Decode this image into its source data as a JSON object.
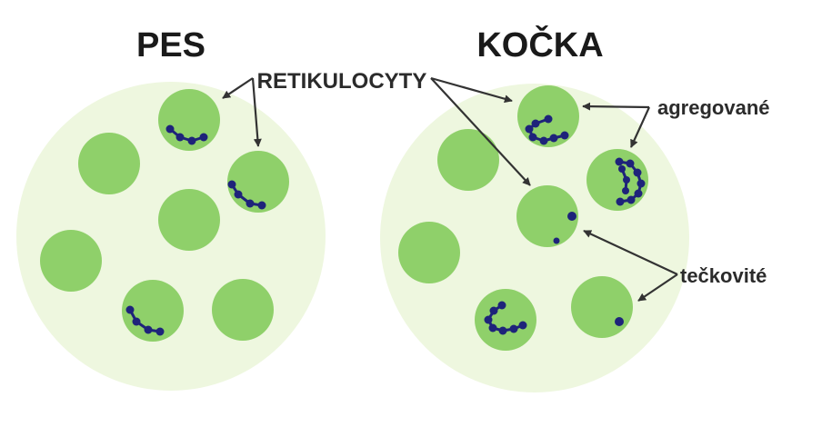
{
  "titles": {
    "dog": "PES",
    "cat": "KOČKA"
  },
  "labels": {
    "reticulocytes": "RETIKULOCYTY",
    "aggregated": "agregované",
    "punctate": "tečkovité"
  },
  "colors": {
    "sample_bg": "#eef7df",
    "cell": "#8fd06a",
    "inclusion": "#1e237a",
    "arrow": "#333333",
    "text": "#1a1a1a"
  },
  "icons": {
    "arrowhead": "arrowhead-icon"
  }
}
